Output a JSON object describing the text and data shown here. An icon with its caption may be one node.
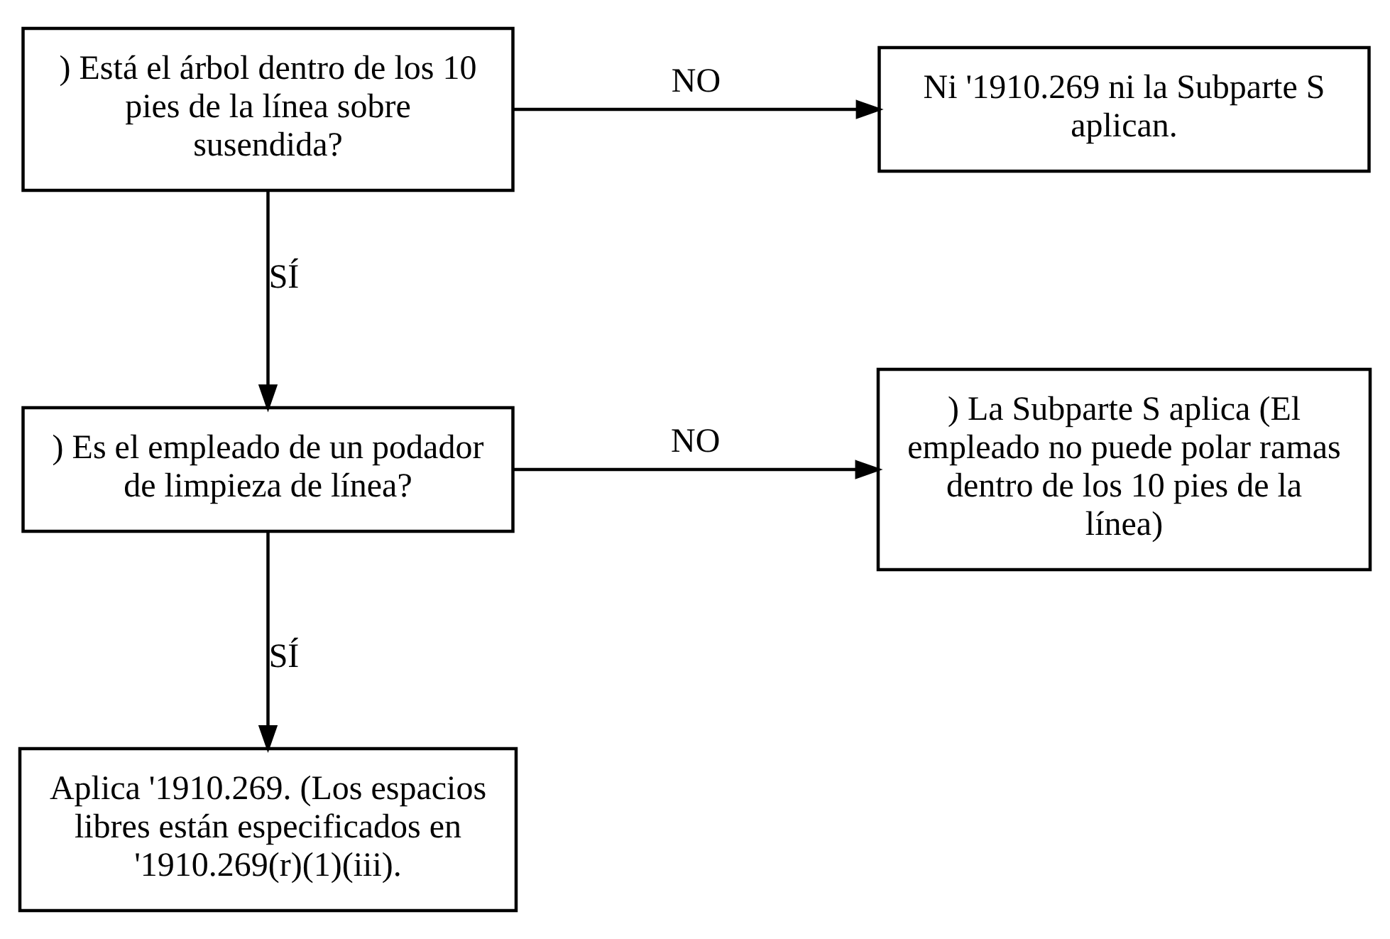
{
  "diagram": {
    "nodes": [
      {
        "text": [
          ") Está el árbol dentro de los 10 pies de la línea sobre susendida?"
        ]
      },
      {
        "text": [
          "Ni '1910.269 ni la Subparte S aplican."
        ]
      },
      {
        "text": [
          ") Es el empleado de un podador de limpieza de línea?"
        ]
      },
      {
        "text": [
          ") La Subparte S aplica (El empleado no puede polar ramas dentro de los 10 pies de la línea)"
        ]
      },
      {
        "text": [
          "Aplica '1910.269. (Los espacios libres están especificados en '1910.269(r)(1)(iii)."
        ]
      }
    ],
    "edges": [
      {
        "from": 0,
        "to": 1,
        "arrow": "to",
        "label": "NO"
      },
      {
        "from": 0,
        "to": 2,
        "arrow": "to",
        "label": "SÍ"
      },
      {
        "from": 2,
        "to": 3,
        "arrow": "to",
        "label": "NO"
      },
      {
        "from": 2,
        "to": 4,
        "arrow": "to",
        "label": "SÍ"
      }
    ]
  }
}
